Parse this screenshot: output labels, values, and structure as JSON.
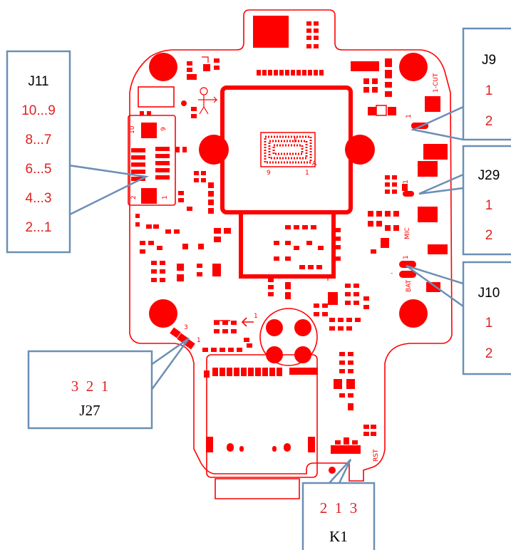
{
  "colors": {
    "pcb_red": "#ff0000",
    "label_red": "#e02020",
    "callout_border": "#6b8fb5",
    "callout_fill": "#ffffff",
    "text_black": "#000000"
  },
  "board": {
    "silkscreen": {
      "mic": "MIC",
      "bat": "BAT",
      "rst": "RST",
      "icut": "1-CUT",
      "chip_f": "F",
      "chip_a": "A",
      "chip_9": "9",
      "chip_1": "1",
      "j11_10": "10",
      "j11_9": "9",
      "j11_2": "2",
      "j11_1": "1",
      "j9_pin1": "1",
      "j29_pin1": "1",
      "j10_pin1": "1",
      "j10_minus": "-",
      "j27_3": "3",
      "j27_1": "1",
      "arrow_1": "1"
    }
  },
  "callouts": {
    "j11": {
      "title": "J11",
      "pins": [
        "10...9",
        "8...7",
        "6...5",
        "4...3",
        "2...1"
      ]
    },
    "j9": {
      "title": "J9",
      "pins": [
        "1",
        "2"
      ]
    },
    "j29": {
      "title": "J29",
      "pins": [
        "1",
        "2"
      ]
    },
    "j10": {
      "title": "J10",
      "pins": [
        "1",
        "2"
      ]
    },
    "j27": {
      "pins": "3  2  1",
      "title": "J27"
    },
    "k1": {
      "pins": "2  1  3",
      "title": "K1"
    }
  }
}
